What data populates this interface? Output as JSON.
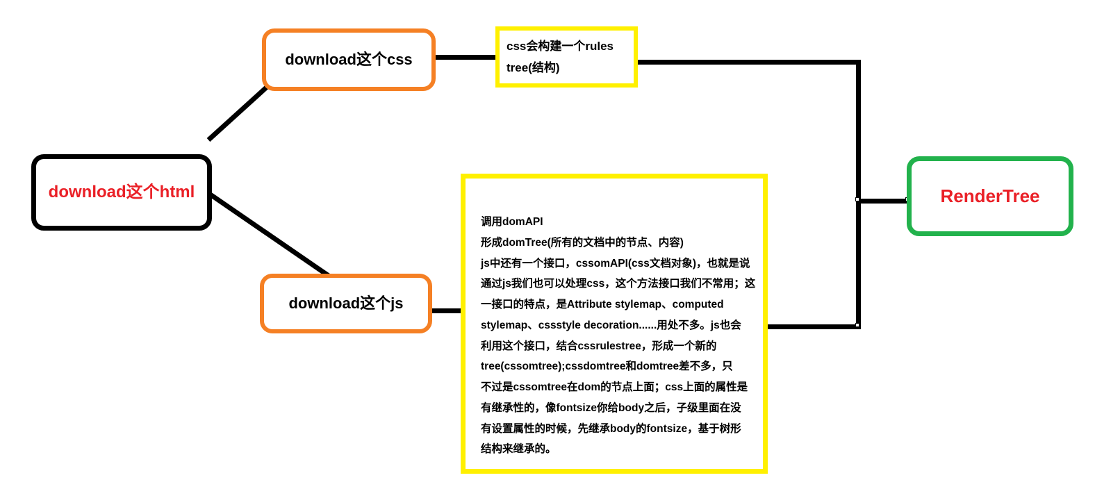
{
  "diagram": {
    "title": "browser rendering pipeline flowchart",
    "colors": {
      "orange": "#f58024",
      "yellow": "#fff000",
      "green": "#22b24c",
      "red": "#ea2027",
      "black": "#000000"
    }
  },
  "nodes": {
    "html": {
      "label": "download这个html"
    },
    "css": {
      "label": "download这个css"
    },
    "js": {
      "label": "download这个js"
    },
    "rules": {
      "label": "css会构建一个rules tree(结构)"
    },
    "rendertree": {
      "label": "RenderTree"
    },
    "dom_note": {
      "lines": [
        "调用domAPI",
        "形成domTree(所有的文档中的节点、内容)",
        "js中还有一个接口，cssomAPI(css文档对象)，也就是说",
        "通过js我们也可以处理css，这个方法接口我们不常用；这",
        "一接口的特点，是Attribute stylemap、computed",
        "stylemap、cssstyle decoration......用处不多。js也会",
        "利用这个接口，结合cssrulestree，形成一个新的",
        "tree(cssomtree);cssdomtree和domtree差不多，只",
        "不过是cssomtree在dom的节点上面；css上面的属性是",
        "有继承性的，像fontsize你给body之后，子级里面在没",
        "有设置属性的时候，先继承body的fontsize，基于树形",
        "结构来继承的。"
      ]
    }
  }
}
